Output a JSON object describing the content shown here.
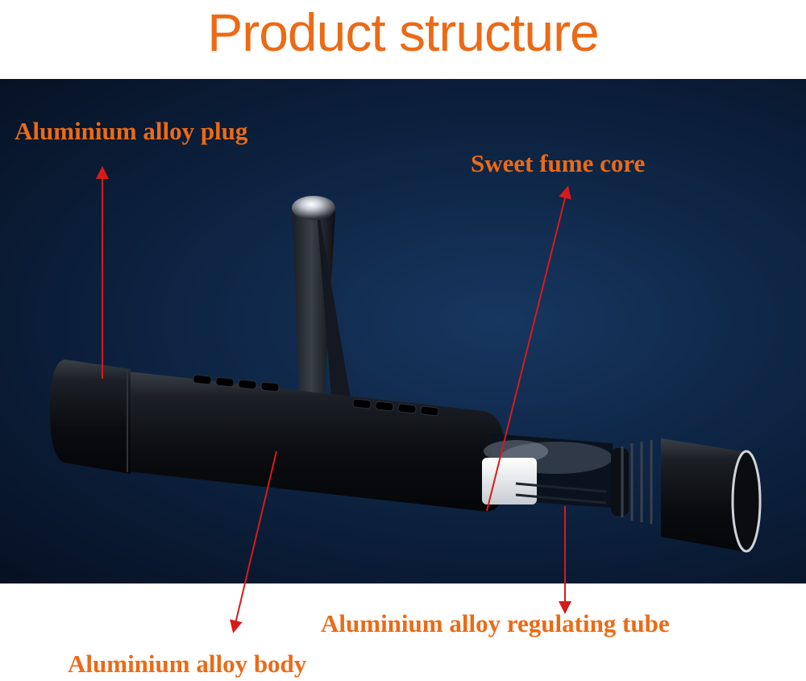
{
  "title": "Product structure",
  "colors": {
    "label": "#ec6a16",
    "arrow": "#d81a1a",
    "background_photo": "#0f2748",
    "product": "#111418"
  },
  "labels": {
    "plug": "Aluminium alloy plug",
    "core": "Sweet fume core",
    "tube": "Aluminium alloy regulating tube",
    "body": "Aluminium alloy body"
  }
}
